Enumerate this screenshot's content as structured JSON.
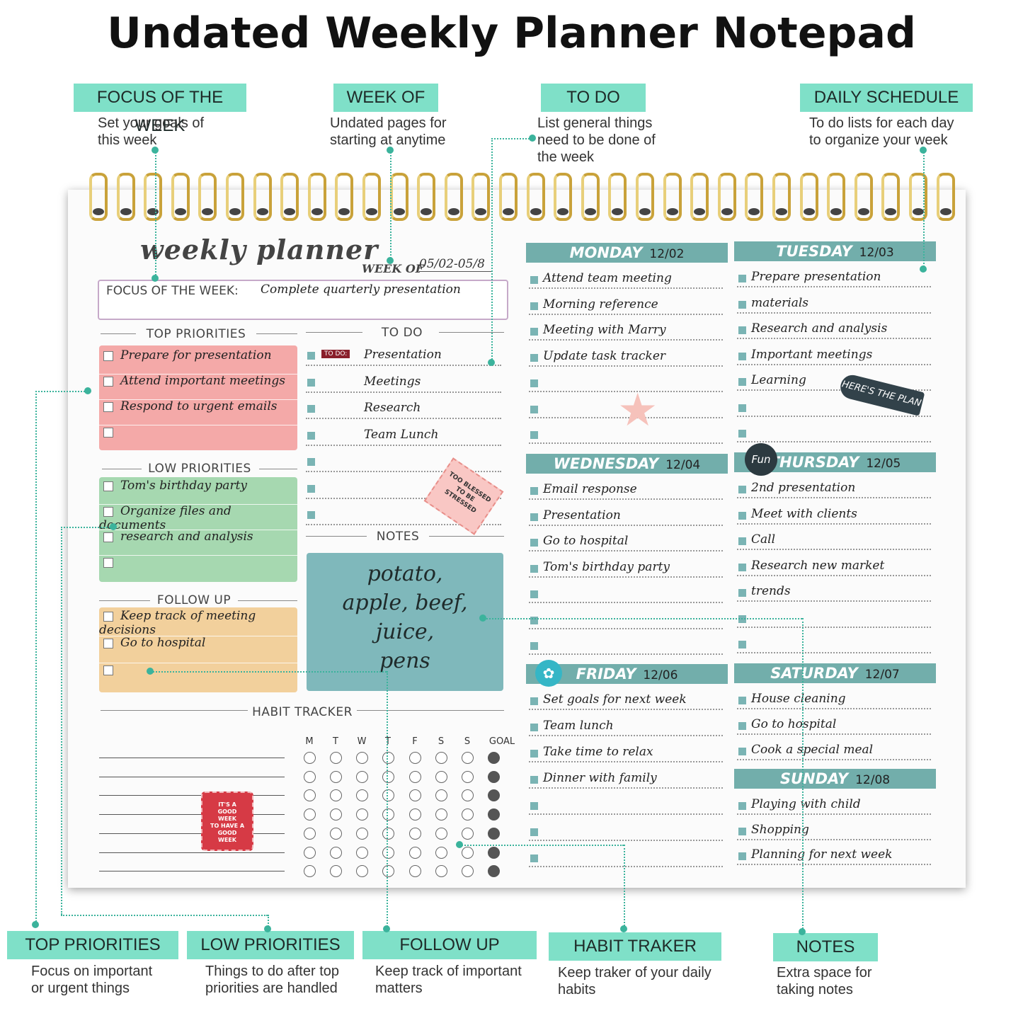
{
  "title": "Undated Weekly Planner Notepad",
  "top_labels": [
    {
      "tag": "FOCUS OF THE WEEK",
      "desc": [
        "Set your goals of",
        "this week"
      ]
    },
    {
      "tag": "WEEK OF",
      "desc": [
        "Undated pages for",
        "starting at anytime"
      ]
    },
    {
      "tag": "TO DO",
      "desc": [
        "List general things",
        "need to be done of",
        "the week"
      ]
    },
    {
      "tag": "DAILY SCHEDULE",
      "desc": [
        "To do lists for each day",
        "to organize your week"
      ]
    }
  ],
  "bottom_labels": [
    {
      "tag": "TOP PRIORITIES",
      "desc": [
        "Focus on important",
        "or urgent things"
      ]
    },
    {
      "tag": "LOW PRIORITIES",
      "desc": [
        "Things to do after top",
        "priorities are handled"
      ]
    },
    {
      "tag": "FOLLOW UP",
      "desc": [
        "Keep track of important",
        "matters"
      ]
    },
    {
      "tag": "HABIT TRAKER",
      "desc": [
        "Keep traker of your daily",
        "habits"
      ]
    },
    {
      "tag": "NOTES",
      "desc": [
        "Extra space for",
        "taking notes"
      ]
    }
  ],
  "planner": {
    "heading": "weekly planner",
    "week_of_label": "WEEK OF",
    "week_of_value": "05/02-05/8",
    "focus_label": "FOCUS OF THE WEEK:",
    "focus_value": "Complete quarterly presentation",
    "top_priorities_title": "TOP PRIORITIES",
    "top_priorities": [
      "Prepare for presentation",
      "Attend important meetings",
      "Respond to urgent emails",
      ""
    ],
    "low_priorities_title": "LOW PRIORITIES",
    "low_priorities": [
      "Tom's birthday party",
      "Organize files and documents",
      "research and analysis",
      ""
    ],
    "follow_up_title": "FOLLOW UP",
    "follow_up": [
      "Keep track of meeting decisions",
      "Go to hospital",
      ""
    ],
    "todo_title": "TO DO",
    "todo_badge": "TO DO:",
    "todo": [
      "Presentation",
      "Meetings",
      "Research",
      "Team Lunch",
      "",
      "",
      ""
    ],
    "notes_title": "NOTES",
    "notes_text": [
      "potato,",
      "apple, beef,",
      "juice,",
      "pens"
    ],
    "habit_title": "HABIT TRACKER",
    "habit_days": [
      "M",
      "T",
      "W",
      "T",
      "F",
      "S",
      "S",
      "GOAL"
    ],
    "stickers": {
      "stressed": "TOO BLESSED TO BE STRESSED",
      "plan": "HERE'S THE PLAN",
      "fun": "Fun",
      "good_week": [
        "IT'S A",
        "GOOD",
        "WEEK",
        "TO HAVE A",
        "GOOD",
        "WEEK"
      ]
    },
    "days": [
      {
        "name": "MONDAY",
        "date": "12/02",
        "tasks": [
          "Attend  team meeting",
          "Morning reference",
          "Meeting with Marry",
          "Update task tracker",
          "",
          "",
          ""
        ]
      },
      {
        "name": "TUESDAY",
        "date": "12/03",
        "tasks": [
          "Prepare presentation",
          "materials",
          "Research and analysis",
          "Important meetings",
          "Learning",
          "",
          ""
        ]
      },
      {
        "name": "WEDNESDAY",
        "date": "12/04",
        "tasks": [
          "Email response",
          "Presentation",
          "Go to hospital",
          "Tom's birthday party",
          "",
          "",
          ""
        ]
      },
      {
        "name": "THURSDAY",
        "date": "12/05",
        "tasks": [
          "2nd presentation",
          "Meet with clients",
          "Call",
          "Research new market",
          "trends",
          "",
          ""
        ]
      },
      {
        "name": "FRIDAY",
        "date": "12/06",
        "tasks": [
          "Set goals for next week",
          "Team lunch",
          "Take time to relax",
          "Dinner with family",
          "",
          "",
          ""
        ]
      },
      {
        "name": "SATURDAY",
        "date": "12/07",
        "tasks": [
          "House cleaning",
          "Go to hospital",
          "Cook a special meal"
        ]
      },
      {
        "name": "SUNDAY",
        "date": "12/08",
        "tasks": [
          "Playing with child",
          "Shopping",
          "Planning for next week"
        ]
      }
    ]
  },
  "colors": {
    "label_tag": "#7fe0c8",
    "guide_line": "#3bb39c",
    "day_header": "#72aeab",
    "top_priority_box": "#f4a9a8",
    "low_priority_box": "#a6d8b0",
    "follow_up_box": "#f2d09c",
    "notes_box": "#7fb8bb",
    "spiral": "#c9a23a"
  }
}
